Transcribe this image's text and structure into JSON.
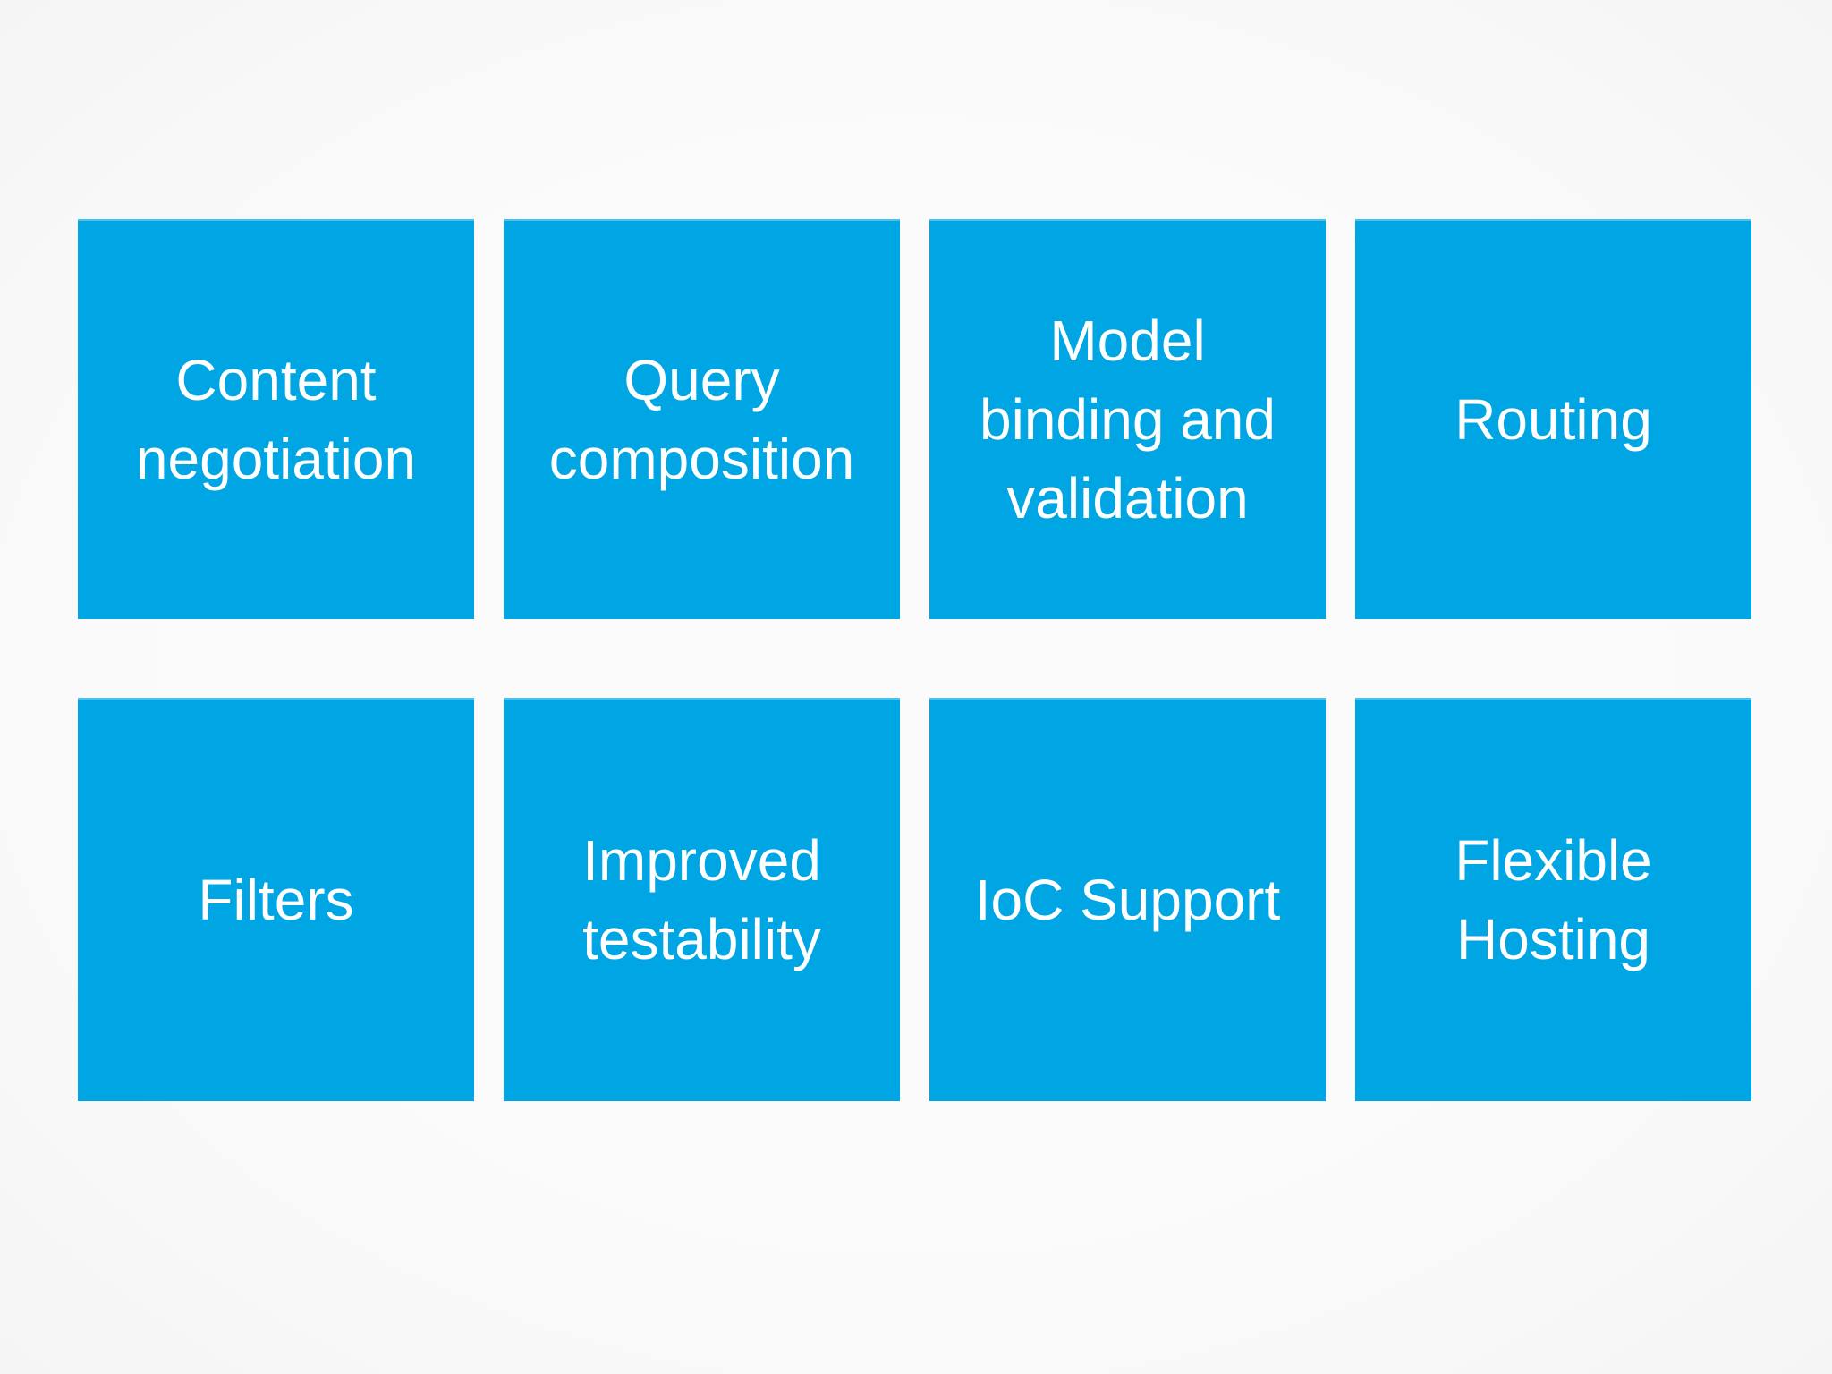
{
  "slide": {
    "background_color": "#fafafa",
    "tile_color": "#00a6e4",
    "text_color": "#ffffff"
  },
  "tiles": [
    {
      "id": "content-negotiation",
      "label": "Content\nnegotiation"
    },
    {
      "id": "query-composition",
      "label": "Query\ncomposition"
    },
    {
      "id": "model-binding-validation",
      "label": "Model\nbinding and\nvalidation"
    },
    {
      "id": "routing",
      "label": "Routing"
    },
    {
      "id": "filters",
      "label": "Filters"
    },
    {
      "id": "improved-testability",
      "label": "Improved\ntestability"
    },
    {
      "id": "ioc-support",
      "label": "IoC Support"
    },
    {
      "id": "flexible-hosting",
      "label": "Flexible\nHosting"
    }
  ]
}
